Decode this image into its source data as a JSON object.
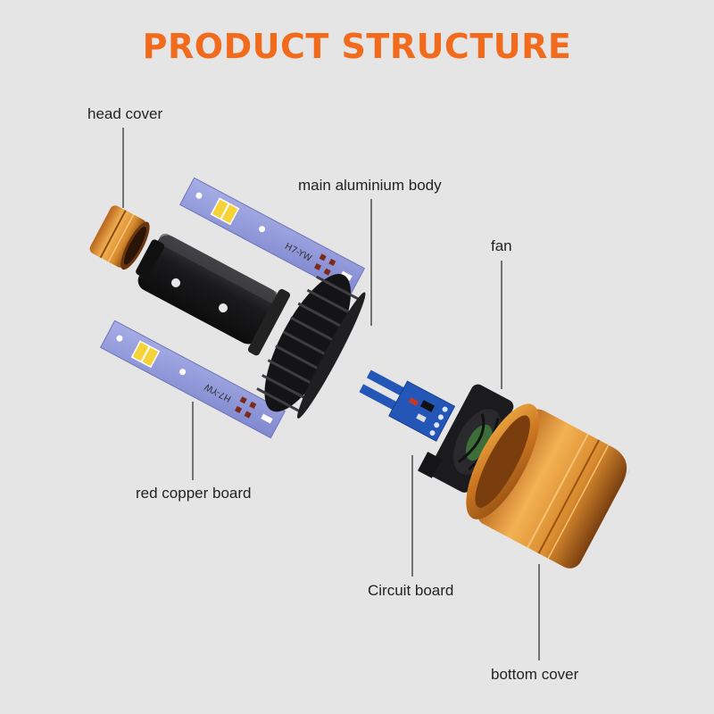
{
  "title": "PRODUCT STRUCTURE",
  "colors": {
    "title": "#f26a1b",
    "background": "#e5e5e5",
    "copper": "#d98a2b",
    "board": "#8f97d9",
    "body": "#1c1c1e",
    "pcb": "#2456b8",
    "leader": "#333333"
  },
  "parts": {
    "head_cover": "head cover",
    "main_body": "main aluminium body",
    "fan": "fan",
    "copper_board": "red copper board",
    "circuit_board": "Circuit board",
    "bottom_cover": "bottom cover"
  },
  "board_markings": {
    "upper": "H7-YW",
    "lower": "H7-YW"
  }
}
